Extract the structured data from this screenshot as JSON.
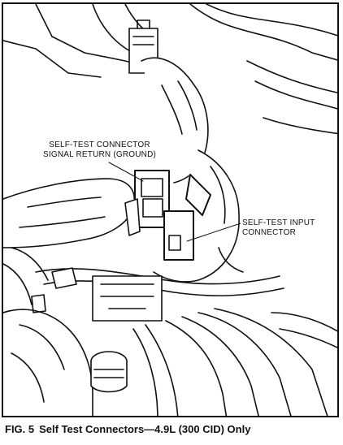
{
  "figure": {
    "labels": {
      "ground_line1": "SELF-TEST CONNECTOR",
      "ground_line2": "SIGNAL RETURN (GROUND)",
      "input_line1": "SELF-TEST INPUT",
      "input_line2": "CONNECTOR"
    },
    "caption": {
      "fig_number": "FIG. 5",
      "title": "Self Test Connectors—4.9L (300 CID) Only"
    },
    "colors": {
      "ink": "#111111",
      "paper": "#ffffff"
    }
  }
}
